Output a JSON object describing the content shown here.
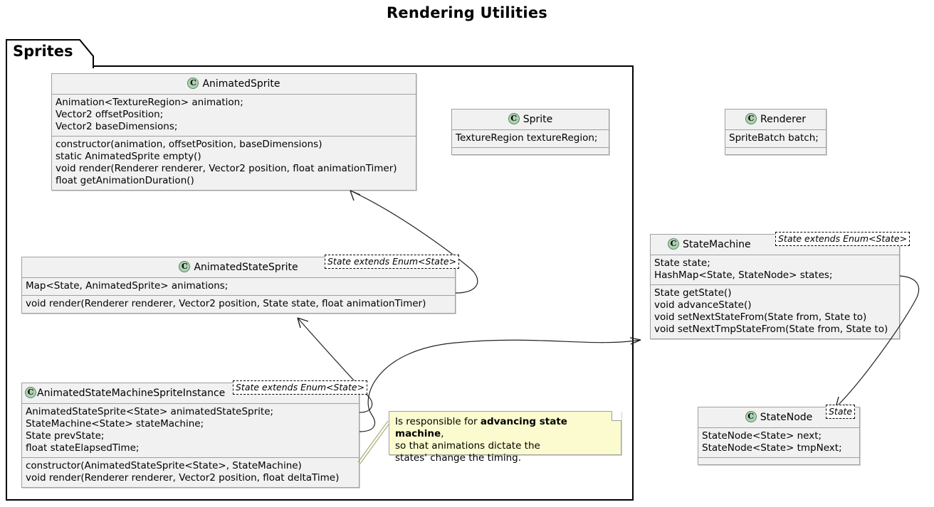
{
  "diagram": {
    "title": "Rendering Utilities",
    "type": "uml-class-diagram"
  },
  "package": {
    "label": "Sprites"
  },
  "classes": [
    {
      "id": "animated-sprite",
      "name": "AnimatedSprite",
      "icon": "class-icon",
      "generic": null,
      "attributes": [
        "Animation<TextureRegion> animation;",
        "Vector2 offsetPosition;",
        "Vector2 baseDimensions;"
      ],
      "methods": [
        "constructor(animation, offsetPosition, baseDimensions)",
        "static AnimatedSprite empty()",
        "void render(Renderer renderer, Vector2 position, float animationTimer)",
        "float getAnimationDuration()"
      ]
    },
    {
      "id": "sprite",
      "name": "Sprite",
      "icon": "class-icon",
      "generic": null,
      "attributes": [
        "TextureRegion textureRegion;"
      ],
      "methods": []
    },
    {
      "id": "renderer",
      "name": "Renderer",
      "icon": "class-icon",
      "generic": null,
      "attributes": [
        "SpriteBatch batch;"
      ],
      "methods": []
    },
    {
      "id": "animated-state-sprite",
      "name": "AnimatedStateSprite",
      "icon": "class-icon",
      "generic": "State extends Enum<State>",
      "attributes": [
        "Map<State, AnimatedSprite> animations;"
      ],
      "methods": [
        "void render(Renderer renderer, Vector2 position, State state, float animationTimer)"
      ]
    },
    {
      "id": "state-machine",
      "name": "StateMachine",
      "icon": "class-icon",
      "generic": "State extends Enum<State>",
      "attributes": [
        "State state;",
        "HashMap<State, StateNode> states;"
      ],
      "methods": [
        "State getState()",
        "void advanceState()",
        "void setNextStateFrom(State from, State to)",
        "void setNextTmpStateFrom(State from, State to)"
      ]
    },
    {
      "id": "animated-state-machine-sprite-instance",
      "name": "AnimatedStateMachineSpriteInstance",
      "icon": "class-icon",
      "generic": "State extends Enum<State>",
      "attributes": [
        "AnimatedStateSprite<State> animatedStateSprite;",
        "StateMachine<State> stateMachine;",
        "State prevState;",
        "float stateElapsedTime;"
      ],
      "methods": [
        "constructor(AnimatedStateSprite<State>, StateMachine)",
        "void render(Renderer renderer, Vector2 position, float deltaTime)"
      ]
    },
    {
      "id": "state-node",
      "name": "StateNode",
      "icon": "class-icon",
      "generic": "State",
      "attributes": [
        "StateNode<State> next;",
        "StateNode<State> tmpNext;"
      ],
      "methods": []
    }
  ],
  "note": {
    "id": "advancing-note",
    "line1_prefix": "Is responsible for ",
    "line1_bold": "advancing state machine",
    "line1_suffix": ",",
    "line2": "so that animations dictate the",
    "line3": "states' change the timing.",
    "attached_to": "animated-state-machine-sprite-instance"
  },
  "relations": [
    {
      "from": "animated-state-sprite",
      "to": "animated-sprite",
      "kind": "association-arrow"
    },
    {
      "from": "animated-state-machine-sprite-instance",
      "to": "animated-state-sprite",
      "kind": "association-arrow"
    },
    {
      "from": "animated-state-machine-sprite-instance",
      "to": "state-machine",
      "kind": "association-arrow"
    },
    {
      "from": "state-machine",
      "to": "state-node",
      "kind": "association-arrow"
    }
  ],
  "colors": {
    "class_fill": "#F1F1F1",
    "class_border": "#A0A0A0",
    "class_icon_fill": "#ADD1B2",
    "class_icon_border": "#5E875E",
    "note_fill": "#FBFBCF",
    "frame_border": "#000000",
    "edge": "#222222",
    "note_link": "#9A9A5C",
    "background": "#FFFFFF"
  }
}
